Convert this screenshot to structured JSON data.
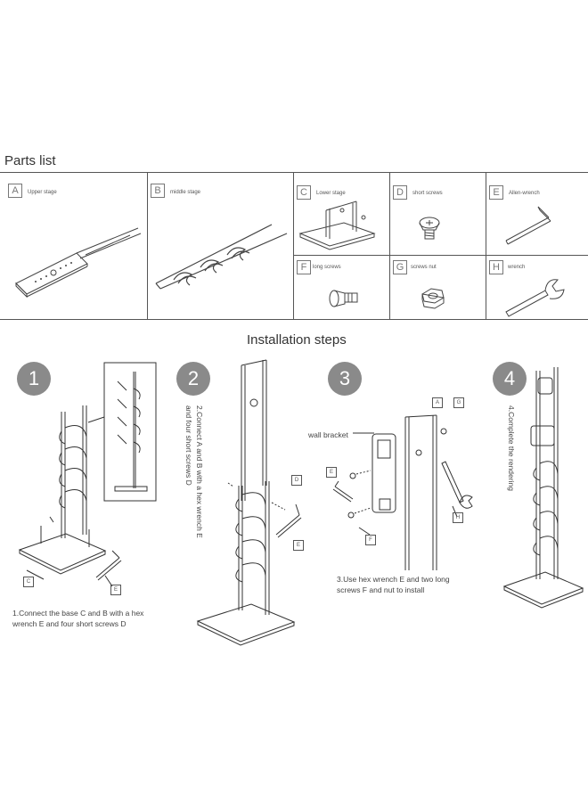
{
  "parts_list": {
    "heading": "Parts list",
    "items": [
      {
        "letter": "A",
        "label": "Upper stage"
      },
      {
        "letter": "B",
        "label": "middle stage"
      },
      {
        "letter": "C",
        "label": "Lower stage"
      },
      {
        "letter": "D",
        "label": "short screws"
      },
      {
        "letter": "E",
        "label": "Allen-wrench"
      },
      {
        "letter": "F",
        "label": "long screws"
      },
      {
        "letter": "G",
        "label": "screws nut"
      },
      {
        "letter": "H",
        "label": "wrench"
      }
    ]
  },
  "installation": {
    "heading": "Installation steps",
    "steps": [
      {
        "number": "1",
        "caption_line1": "1.Connect the base C and B with a hex",
        "caption_line2": "wrench E and four short screws D"
      },
      {
        "number": "2",
        "caption_line1": "2.Connect A and B with a hex wrench E",
        "caption_line2": "and four short screws D"
      },
      {
        "number": "3",
        "caption_line1": "3.Use hex wrench E and two long",
        "caption_line2": "screws F and nut to install",
        "callout": "wall bracket"
      },
      {
        "number": "4",
        "caption_line1": "4.Complete the rendering"
      }
    ],
    "tags": {
      "c": "C",
      "e": "E",
      "d": "D",
      "a": "A",
      "g": "G",
      "h": "H",
      "f": "F",
      "e3": "E",
      "d2": "D",
      "e2": "E"
    }
  }
}
